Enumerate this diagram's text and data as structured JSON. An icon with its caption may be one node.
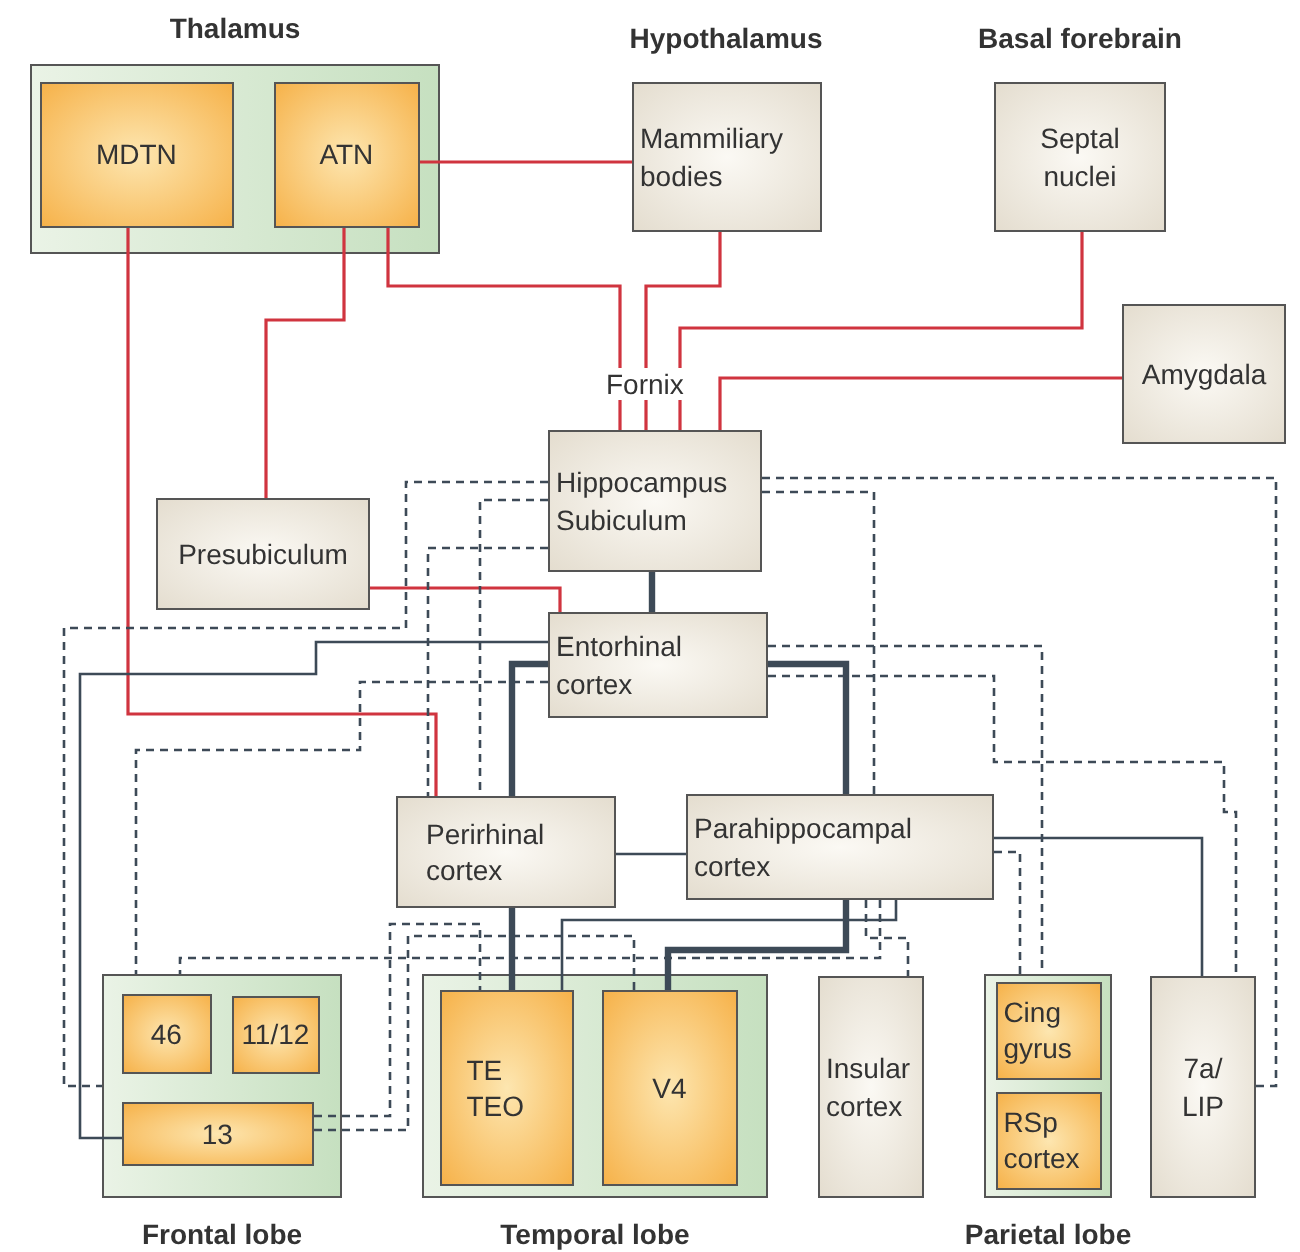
{
  "diagram": {
    "nodes": [
      {
        "text": [
          "Thalamus"
        ]
      },
      {
        "text": [
          "MDTN"
        ],
        "in": 0
      },
      {
        "text": [
          "ATN"
        ],
        "in": 0
      },
      {
        "text": [
          "Mammiliary bodies"
        ]
      },
      {
        "text": [
          "Septal nuclei"
        ]
      },
      {
        "text": [
          "Amygdala"
        ]
      },
      {
        "text": [
          "Hippocampus Subiculum"
        ]
      },
      {
        "text": [
          "Presubiculum"
        ]
      },
      {
        "text": [
          "Entorhinal cortex"
        ]
      },
      {
        "text": [
          "Perirhinal cortex"
        ]
      },
      {
        "text": [
          "Parahippocampal cortex"
        ]
      },
      {
        "text": [
          "Frontal lobe"
        ]
      },
      {
        "text": [
          "46"
        ],
        "in": 11
      },
      {
        "text": [
          "11/12"
        ],
        "in": 11
      },
      {
        "text": [
          "13"
        ],
        "in": 11
      },
      {
        "text": [
          "Temporal lobe"
        ]
      },
      {
        "text": [
          "TE TEO"
        ],
        "in": 15
      },
      {
        "text": [
          "V4"
        ],
        "in": 15
      },
      {
        "text": [
          "Insular cortex"
        ]
      },
      {
        "text": [
          "Parietal lobe"
        ]
      },
      {
        "text": [
          "Cing gyrus"
        ],
        "in": 19
      },
      {
        "text": [
          "RSp cortex"
        ],
        "in": 19
      },
      {
        "text": [
          "7a/ LIP"
        ]
      }
    ],
    "edges": [
      {
        "from": 2,
        "to": 3,
        "arrow": "none",
        "color": "#d0343f"
      },
      {
        "from": 2,
        "to": 6,
        "arrow": "none",
        "color": "#d0343f"
      },
      {
        "from": 3,
        "to": 6,
        "arrow": "none",
        "color": "#d0343f"
      },
      {
        "from": 4,
        "to": 6,
        "arrow": "none",
        "color": "#d0343f"
      },
      {
        "from": 5,
        "to": 6,
        "arrow": "none",
        "color": "#d0343f"
      },
      {
        "from": 2,
        "to": 7,
        "arrow": "none",
        "color": "#d0343f"
      },
      {
        "from": 7,
        "to": 8,
        "arrow": "none",
        "color": "#d0343f"
      },
      {
        "from": 1,
        "to": 9,
        "arrow": "none",
        "color": "#d0343f"
      },
      {
        "from": 6,
        "to": 8,
        "arrow": "none",
        "style": "thick"
      },
      {
        "from": 8,
        "to": 9,
        "arrow": "none",
        "style": "thick"
      },
      {
        "from": 8,
        "to": 10,
        "arrow": "none",
        "style": "thick"
      },
      {
        "from": 9,
        "to": 10,
        "arrow": "none"
      },
      {
        "from": 9,
        "to": 16,
        "arrow": "none",
        "style": "thick"
      },
      {
        "from": 10,
        "to": 17,
        "arrow": "none",
        "style": "thick"
      },
      {
        "from": 10,
        "to": 16,
        "arrow": "none"
      },
      {
        "from": 10,
        "to": 22,
        "arrow": "none"
      },
      {
        "from": 8,
        "to": 14,
        "arrow": "none"
      },
      {
        "from": 6,
        "to": 11,
        "arrow": "none",
        "style": "dashed"
      },
      {
        "from": 6,
        "to": 9,
        "arrow": "none",
        "style": "dashed"
      },
      {
        "from": 6,
        "to": 9,
        "arrow": "none",
        "style": "dashed"
      },
      {
        "from": 6,
        "to": 22,
        "arrow": "none",
        "style": "dashed"
      },
      {
        "from": 6,
        "to": 10,
        "arrow": "none",
        "style": "dashed"
      },
      {
        "from": 8,
        "to": 19,
        "arrow": "none",
        "style": "dashed"
      },
      {
        "from": 8,
        "to": 22,
        "arrow": "none",
        "style": "dashed"
      },
      {
        "from": 8,
        "to": 11,
        "arrow": "none",
        "style": "dashed"
      },
      {
        "from": 14,
        "to": 16,
        "arrow": "none",
        "style": "dashed"
      },
      {
        "from": 14,
        "to": 17,
        "arrow": "none",
        "style": "dashed"
      },
      {
        "from": 10,
        "to": 11,
        "arrow": "none",
        "style": "dashed"
      },
      {
        "from": 10,
        "to": 18,
        "arrow": "none",
        "style": "dashed"
      },
      {
        "from": 10,
        "to": 19,
        "arrow": "none",
        "style": "dashed"
      }
    ],
    "labels": [
      "Hypothalamus",
      "Basal forebrain",
      "Fornix"
    ]
  }
}
